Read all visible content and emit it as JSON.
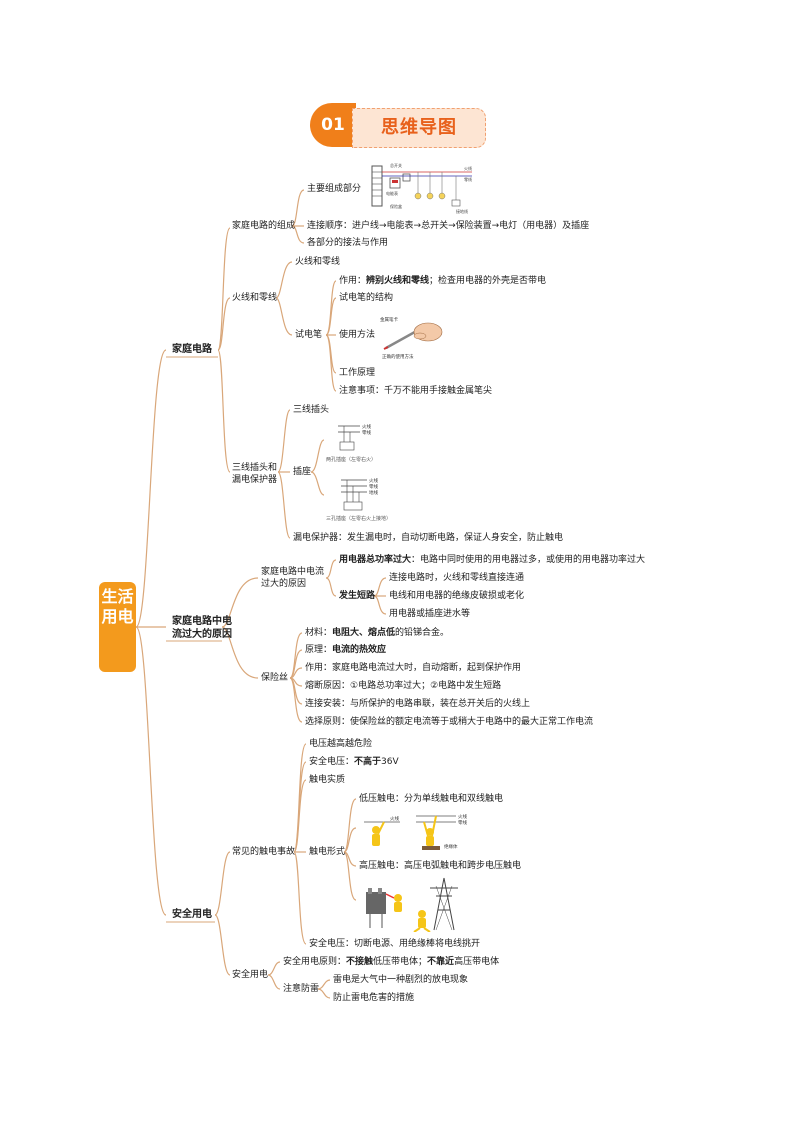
{
  "header": {
    "number": "01",
    "title": "思维导图"
  },
  "root": {
    "label": "生活用电"
  },
  "branch1": {
    "label": "家庭电路",
    "circuit": {
      "label": "家庭电路的组成",
      "parts": "主要组成部分",
      "order": "连接顺序：进户线→电能表→总开关→保险装置→电灯（用电器）及插座",
      "methods": "各部分的接法与作用",
      "fig_labels": [
        "总开关",
        "电能表",
        "保险盒",
        "火线",
        "零线",
        "接地线"
      ]
    },
    "live": {
      "label": "火线和零线",
      "sub": "火线和零线",
      "pen": {
        "label": "试电笔",
        "use_pre": "作用：",
        "use_bold": "辨别火线和零线",
        "use_post": "；检查用电器的外壳是否带电",
        "structure": "试电笔的结构",
        "method": "使用方法",
        "principle": "工作原理",
        "note": "注意事项：千万不能用手接触金属笔尖",
        "fig_labels": [
          "金属笔卡",
          "正确的使用方法"
        ]
      }
    },
    "socket": {
      "label": "三线插头和漏电保护器",
      "plug": "三线插头",
      "seat": "插座",
      "two_hole": "两孔插座（左零右火）",
      "three_hole": "三孔插座（左零右火上接地）",
      "fig_labels": [
        "火线",
        "零线",
        "火线",
        "零线",
        "地线"
      ],
      "breaker": "漏电保护器：发生漏电时，自动切断电路，保证人身安全，防止触电"
    }
  },
  "branch2": {
    "label": "家庭电路中电流过大的原因",
    "cause": {
      "label": "家庭电路中电流过大的原因",
      "overload_bold": "用电器总功率过大",
      "overload_post": "：电路中同时使用的用电器过多，或使用的用电器功率过大",
      "short_bold": "发生短路",
      "short_items": [
        "连接电路时，火线和零线直接连通",
        "电线和用电器的绝缘皮破损或老化",
        "用电器或插座进水等"
      ]
    },
    "fuse": {
      "label": "保险丝",
      "material_pre": "材料：",
      "material_bold": "电阻大、熔点低",
      "material_post": "的铅锑合金。",
      "principle_pre": "原理：",
      "principle_bold": "电流的热效应",
      "function": "作用：家庭电路电流过大时，自动熔断，起到保护作用",
      "reason": "熔断原因：①电路总功率过大；②电路中发生短路",
      "install": "连接安装：与所保护的电路串联，装在总开关后的火线上",
      "choose": "选择原则：使保险丝的额定电流等于或稍大于电路中的最大正常工作电流"
    }
  },
  "branch3": {
    "label": "安全用电",
    "shock": {
      "label": "常见的触电事故",
      "danger": "电压越高越危险",
      "safe_pre": "安全电压：",
      "safe_bold": "不高于",
      "safe_post": "36V",
      "essence": "触电实质",
      "forms": {
        "label": "触电形式",
        "low": "低压触电：分为单线触电和双线触电",
        "high": "高压触电：高压电弧触电和跨步电压触电",
        "fig_labels": [
          "火线",
          "火线",
          "零线",
          "绝缘体"
        ]
      },
      "rescue": "安全电压：切断电源、用绝缘棒将电线挑开"
    },
    "safety": {
      "label": "安全用电",
      "principle_pre": "安全用电原则：",
      "principle_b1": "不接触",
      "principle_mid": "低压带电体；",
      "principle_b2": "不靠近",
      "principle_post": "高压带电体",
      "lightning": {
        "label": "注意防雷",
        "items": [
          "雷电是大气中一种剧烈的放电现象",
          "防止雷电危害的措施"
        ]
      }
    }
  },
  "colors": {
    "accent": "#f07f1a",
    "line": "#d9a77a"
  }
}
